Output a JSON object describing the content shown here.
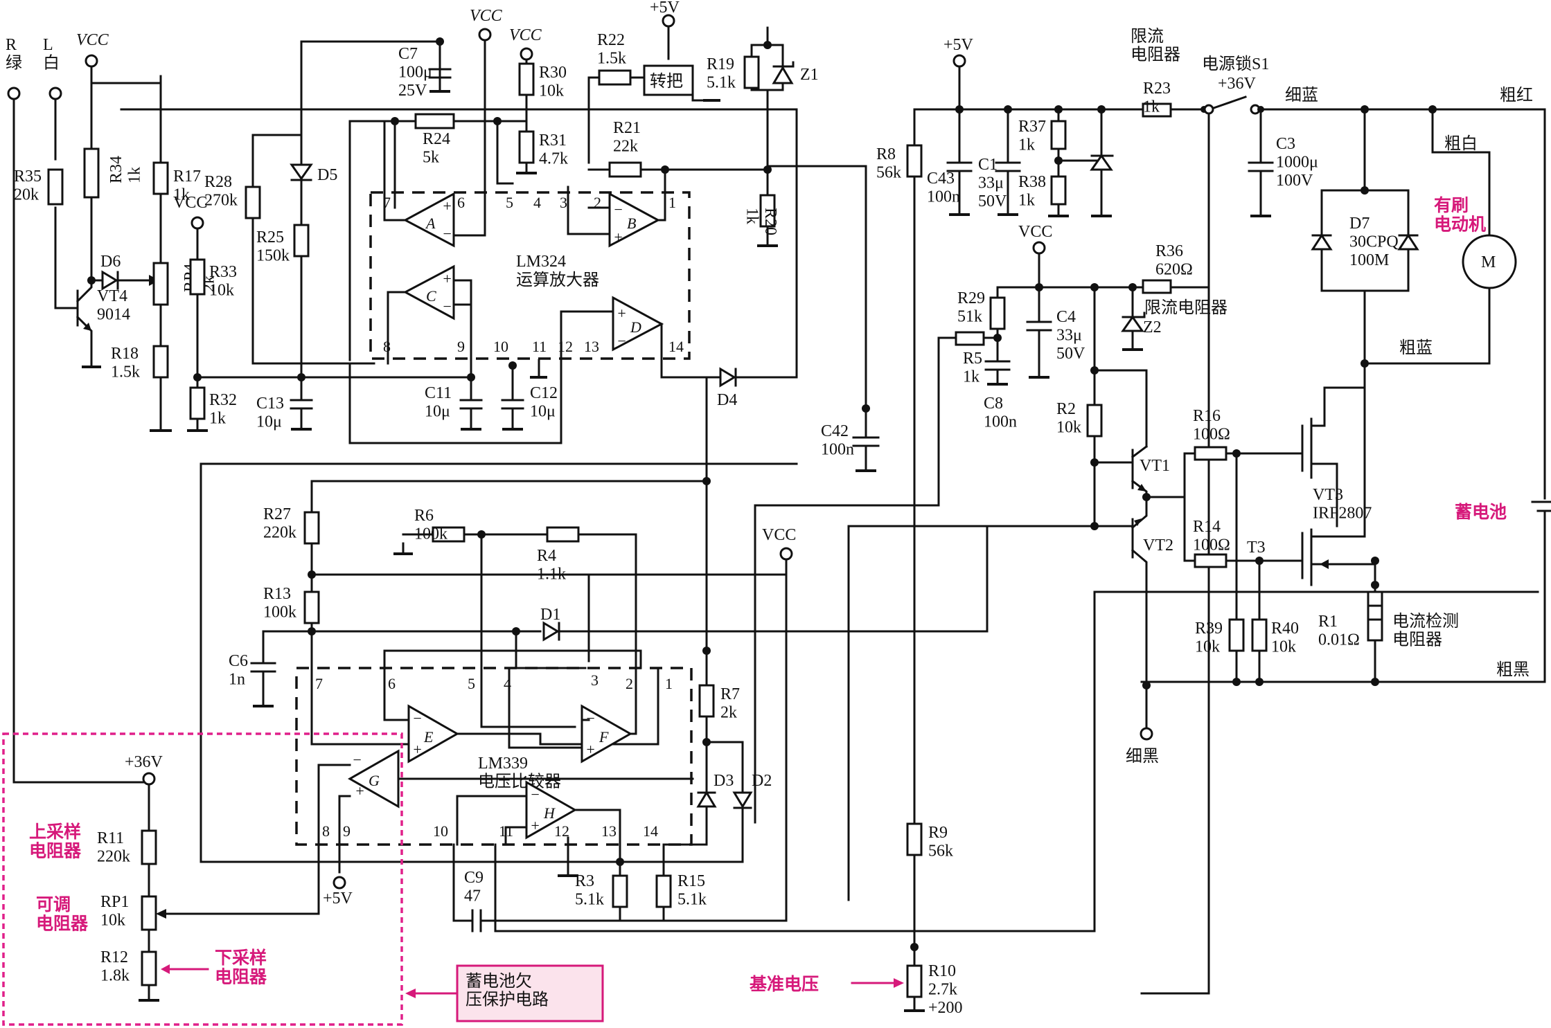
{
  "labels": {
    "r_green": "R 绿",
    "l_white": "L 白",
    "vcc_it": "VCC",
    "vcc": "VCC",
    "p5v": "+5V",
    "p36v": "+36V",
    "r35": "R35 20k",
    "r34": "R34 1k",
    "r17": "R17 1k",
    "r18": "R18 1.5k",
    "d6": "D6",
    "vt4": "VT4 9014",
    "rp4": "RP4 2k",
    "r33": "R33 10k",
    "r32": "R32 1k",
    "r28": "R28 270k",
    "d5": "D5",
    "r25": "R25 150k",
    "c13": "C13 10μ",
    "c7": "C7 100μ 25V",
    "r24": "R24 5k",
    "r30": "R30 10k",
    "r31": "R31 4.7k",
    "r22": "R22 1.5k",
    "zhuanba": "转把",
    "r19": "R19 5.1k",
    "z1": "Z1",
    "r21": "R21 22k",
    "r20": "R20 1k",
    "lm324": "LM324",
    "lm324_desc": "运算放大器",
    "c11": "C11 10μ",
    "c12": "C12 10μ",
    "d4": "D4",
    "c42": "C42 100n",
    "r8": "R8 56k",
    "c43": "C43 100n",
    "c1": "C1 33μ 50V",
    "r37": "R37 1k",
    "r38": "R38 1k",
    "r23": "R23 1k",
    "xianliu_dianzuqi": "限流 电阻器",
    "dianyuansuo": "电源锁S1",
    "xilan": "细蓝",
    "cuhong": "粗红",
    "c3": "C3 1000μ 100V",
    "cubai": "粗白",
    "youshua": "有刷 电动机",
    "motor": "M",
    "d7": "D7 30CPQ 100M",
    "culan": "粗蓝",
    "r36": "R36 620Ω",
    "xianliu2": "限流电阻器",
    "z2": "Z2",
    "r29": "R29 51k",
    "r5": "R5 1k",
    "c4": "C4 33μ 50V",
    "c8": "C8 100n",
    "r2": "R2 10k",
    "vt1": "VT1",
    "vt2": "VT2",
    "r16": "R16 100Ω",
    "r14": "R14 100Ω",
    "vt3": "VT3 IRF2807",
    "t3": "T3",
    "r39": "R39 10k",
    "r40": "R40 10k",
    "r1": "R1 0.01Ω",
    "dianliu_jiance": "电流检测 电阻器",
    "cuhei": "粗黑",
    "xuhei": "细黑",
    "xudianchi": "蓄电池",
    "r27": "R27 220k",
    "r6": "R6 100k",
    "r4": "R4 1.1k",
    "r13": "R13 100k",
    "c6": "C6 1n",
    "d1": "D1",
    "r7": "R7 2k",
    "d3": "D3",
    "d2": "D2",
    "lm339": "LM339 电压比较器",
    "r3": "R3 5.1k",
    "r15": "R15 5.1k",
    "c9": "C9 47",
    "r9": "R9 56k",
    "r10": "R10 2.7k +200",
    "jizhun": "基准电压",
    "r11": "R11 220k",
    "rp1": "RP1 10k",
    "r12": "R12 1.8k",
    "shangcaiyang": "上采样 电阻器",
    "ketiao": "可调 电阻器",
    "xiacaiyang": "下采样 电阻器",
    "qianya": "蓄电池欠 压保护电路"
  },
  "opamps": [
    "A",
    "B",
    "C",
    "D",
    "E",
    "F",
    "G",
    "H"
  ],
  "lm324_pins": [
    "7",
    "6",
    "5",
    "4",
    "3",
    "2",
    "1",
    "8",
    "9",
    "10",
    "11",
    "12",
    "13",
    "14"
  ],
  "lm339_pins": [
    "7",
    "6",
    "5",
    "4",
    "3",
    "2",
    "1",
    "8",
    "9",
    "10",
    "11",
    "12",
    "13",
    "14"
  ],
  "colors": {
    "line": "#111111",
    "highlight": "#d6197a",
    "callout_bg": "#fbe3ec"
  }
}
